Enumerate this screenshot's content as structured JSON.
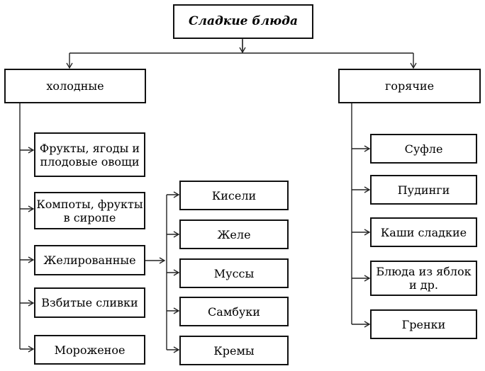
{
  "root": "Сладкие блюда",
  "categories": {
    "cold": "холодные",
    "hot": "горячие"
  },
  "cold_items": [
    "Фрукты, ягоды и плодовые овощи",
    "Компоты, фрукты в сиропе",
    "Желированные",
    "Взбитые сливки",
    "Мороженое"
  ],
  "gel_items": [
    "Кисели",
    "Желе",
    "Муссы",
    "Самбуки",
    "Кремы"
  ],
  "hot_items": [
    "Суфле",
    "Пудинги",
    "Каши сладкие",
    "Блюда из яблок и др.",
    "Гренки"
  ]
}
